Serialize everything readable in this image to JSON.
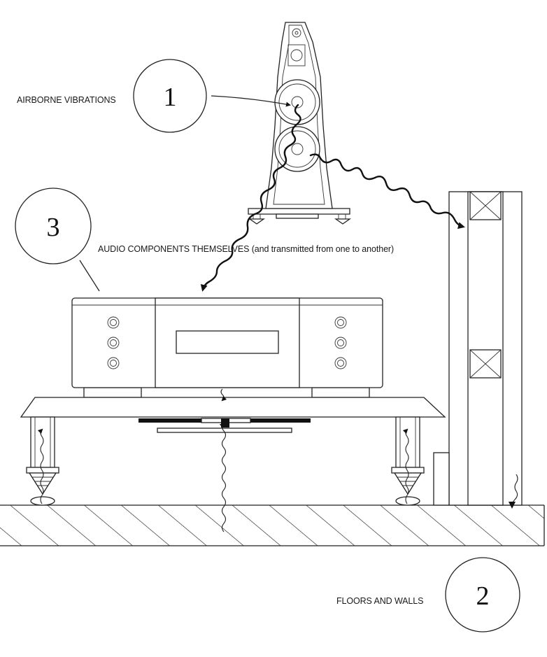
{
  "labels": {
    "airborne": "AIRBORNE VIBRATIONS",
    "audio_components": "AUDIO COMPONENTS THEMSELVES (and transmitted from one to another)",
    "floors_walls": "FLOORS AND WALLS"
  },
  "markers": {
    "one": "1",
    "two": "2",
    "three": "3"
  }
}
